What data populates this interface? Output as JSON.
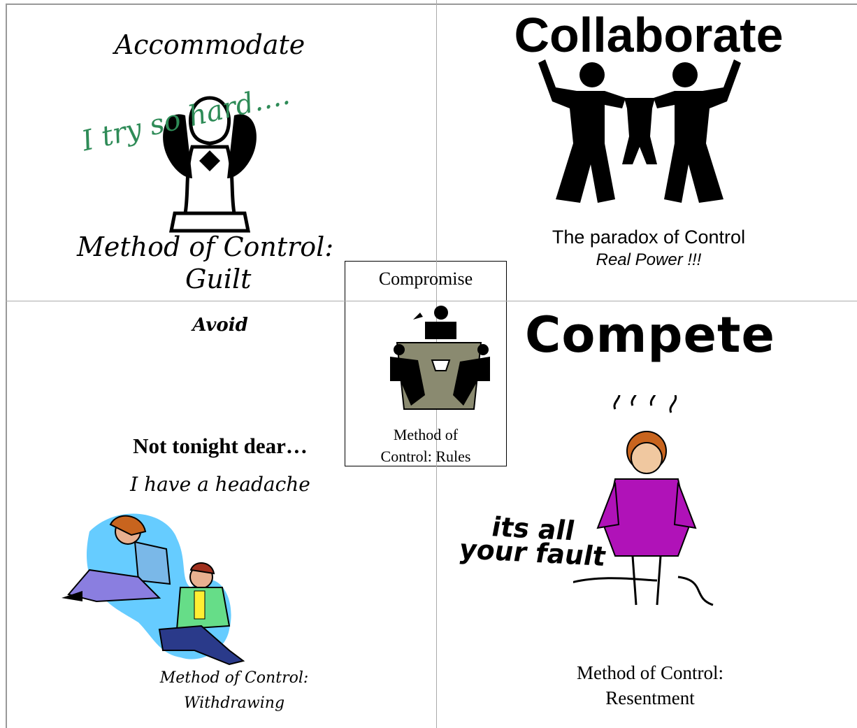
{
  "accommodate": {
    "title": "Accommodate",
    "caption": "I try so hard….",
    "method_line1": "Method of Control:",
    "method_line2": "Guilt"
  },
  "collaborate": {
    "title": "Collaborate",
    "paradox": "The paradox of Control",
    "power": "Real Power !!!"
  },
  "compromise": {
    "title": "Compromise",
    "method_line1": "Method of",
    "method_line2": "Control: Rules"
  },
  "avoid": {
    "title": "Avoid",
    "not_tonight": "Not tonight dear…",
    "headache": "I have a headache",
    "method_line1": "Method of Control:",
    "method_line2": "Withdrawing"
  },
  "compete": {
    "title": "Compete",
    "fault_line1": "its all",
    "fault_line2": "your fault",
    "method_line1": "Method of Control:",
    "method_line2": "Resentment"
  },
  "colors": {
    "lines": "#aaaaaa",
    "caption_green": "#2e8b57",
    "compete_suit": "#b012b8",
    "avoid_background": "#66ccff",
    "compromise_desk": "#8a8a70"
  }
}
